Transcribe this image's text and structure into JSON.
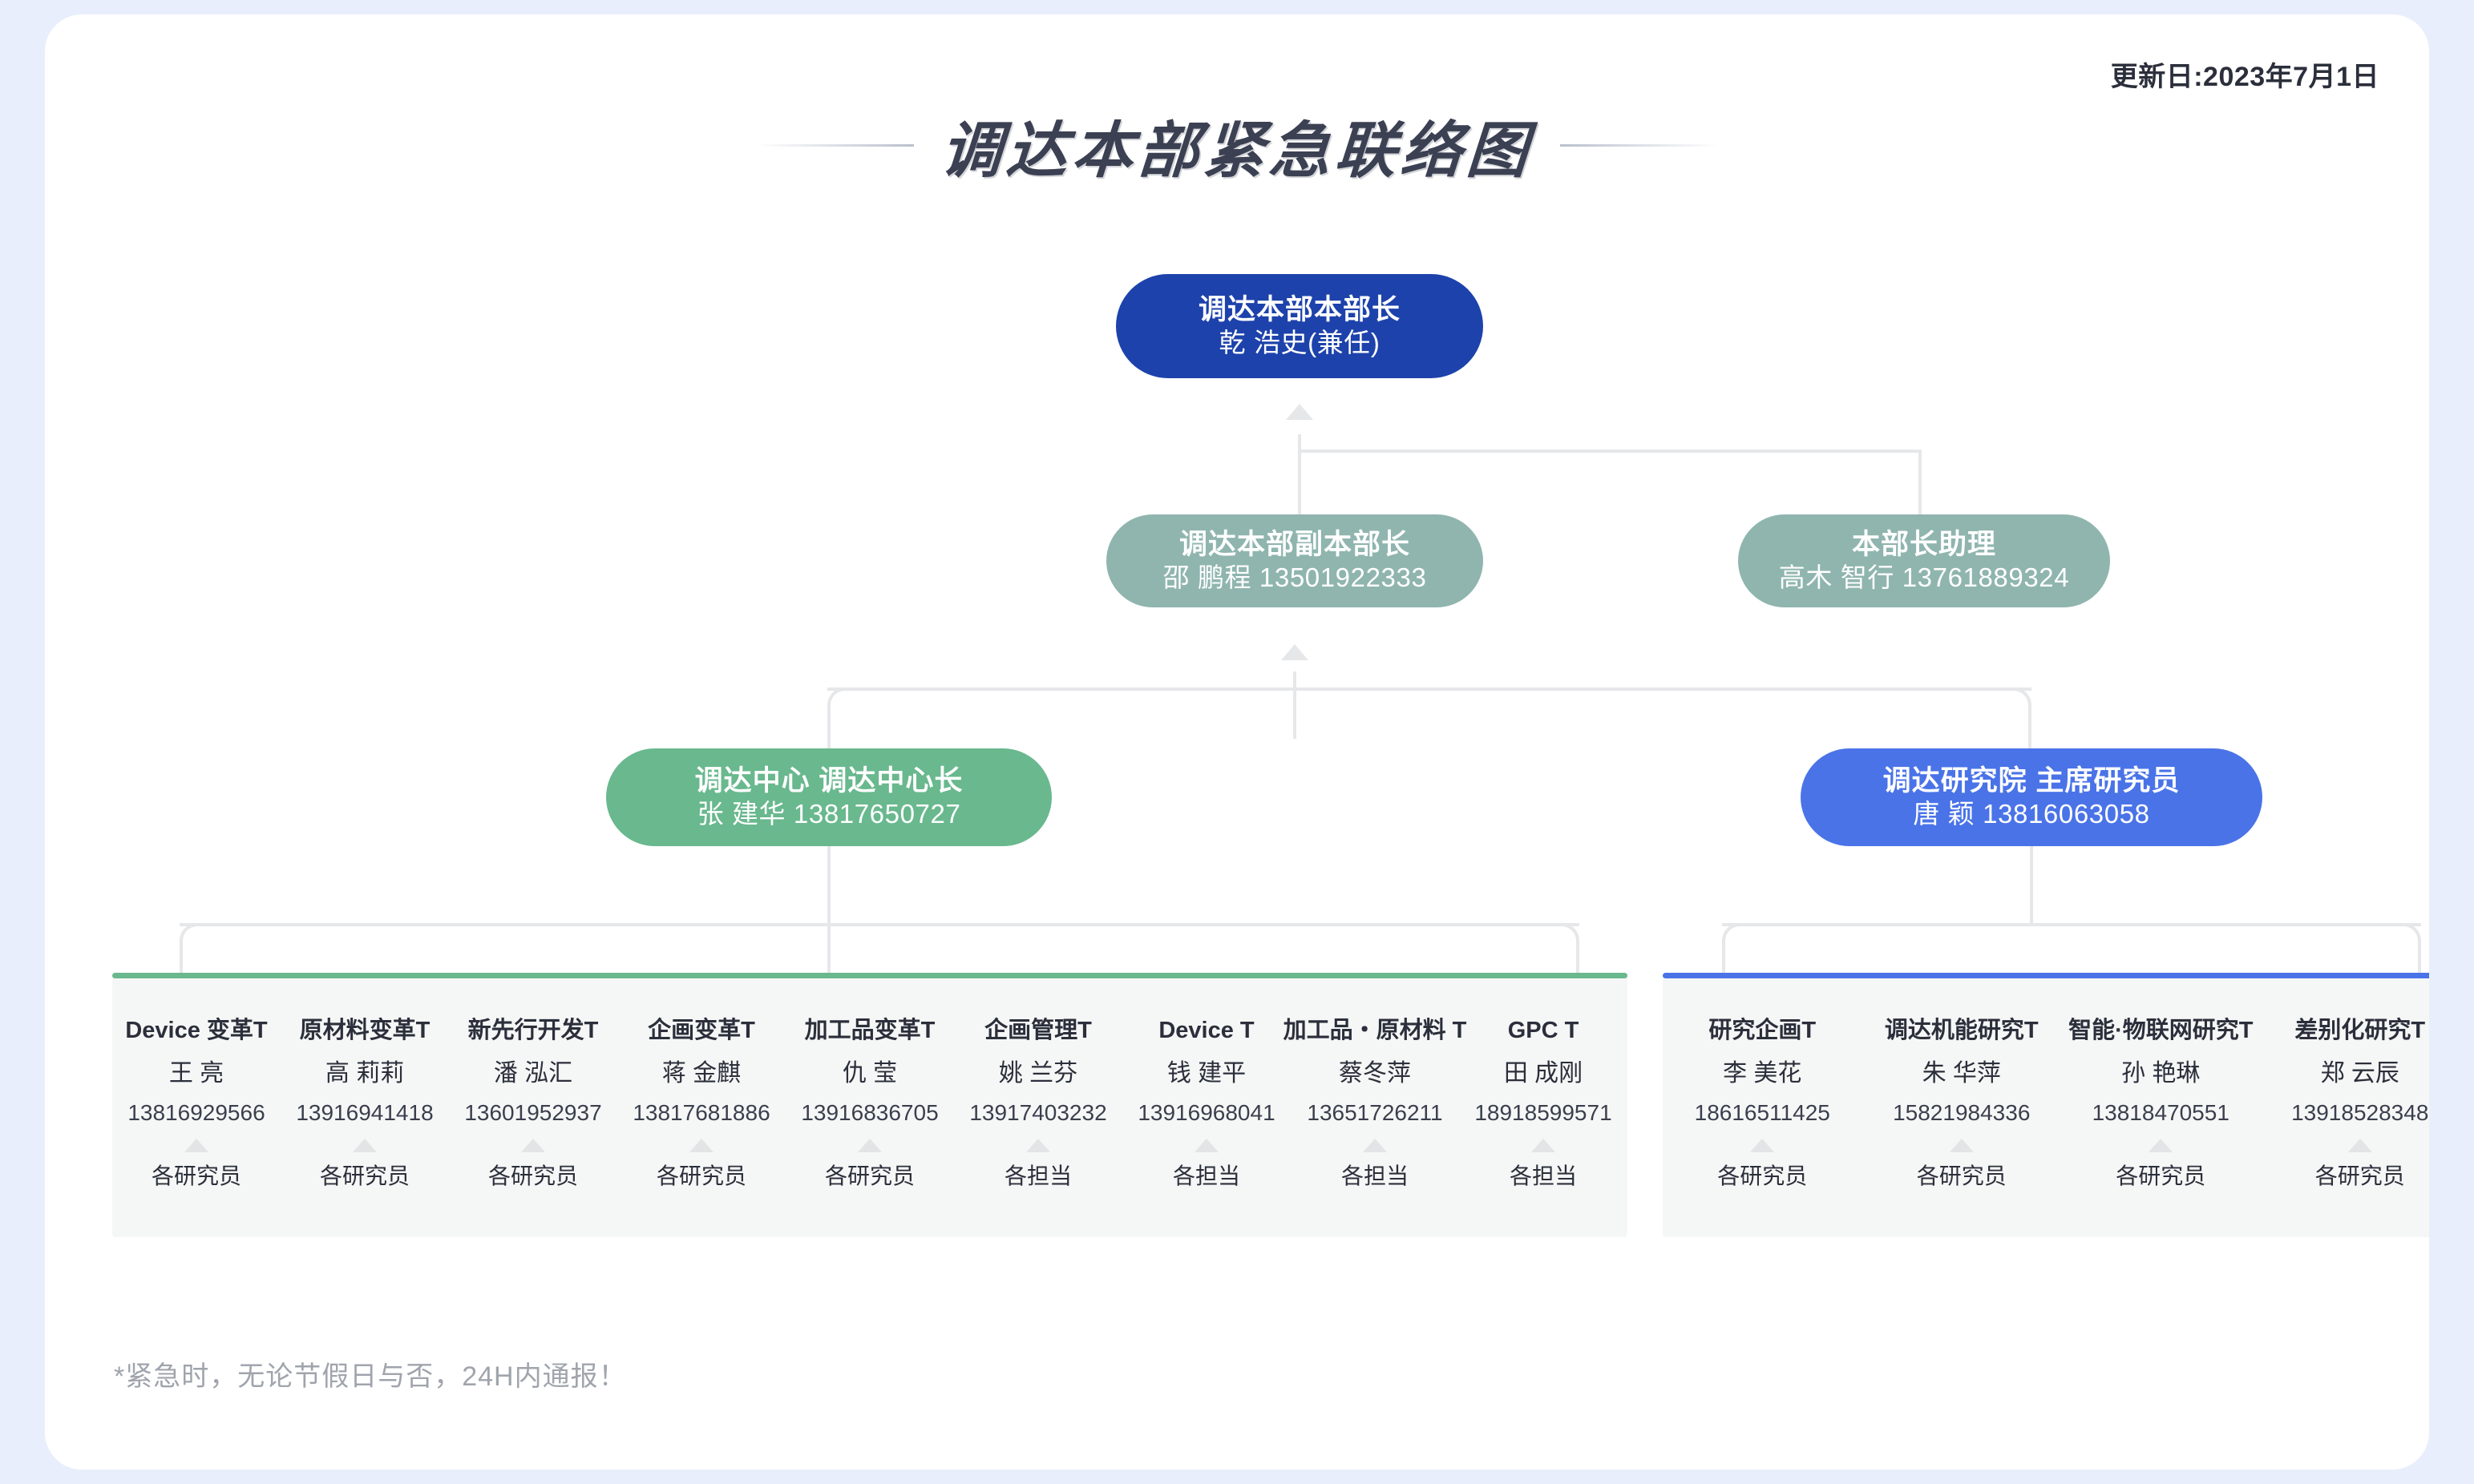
{
  "header": {
    "update_date": "更新日:2023年7月1日",
    "title": "调达本部紧急联络图"
  },
  "nodes": {
    "director": {
      "title": "调达本部本部长",
      "sub": "乾 浩史(兼任)",
      "color": "#1d42ab"
    },
    "deputy": {
      "title": "调达本部副本部长",
      "sub": "邵 鹏程 13501922333",
      "color": "#8fb5ae"
    },
    "assistant": {
      "title": "本部长助理",
      "sub": "高木 智行 13761889324",
      "color": "#8fb5ae"
    },
    "center": {
      "title": "调达中心 调达中心长",
      "sub": "张 建华 13817650727",
      "color": "#69b88e"
    },
    "institute": {
      "title": "调达研究院 主席研究员",
      "sub": "唐 颖 13816063058",
      "color": "#4a73e8"
    }
  },
  "panel_left": {
    "accent": "#69b88e",
    "columns": [
      {
        "team": "Device 变革T",
        "name": "王 亮",
        "phone": "13816929566",
        "role": "各研究员"
      },
      {
        "team": "原材料变革T",
        "name": "高 莉莉",
        "phone": "13916941418",
        "role": "各研究员"
      },
      {
        "team": "新先行开发T",
        "name": "潘 泓汇",
        "phone": "13601952937",
        "role": "各研究员"
      },
      {
        "team": "企画变革T",
        "name": "蒋 金麒",
        "phone": "13817681886",
        "role": "各研究员"
      },
      {
        "team": "加工品变革T",
        "name": "仇 莹",
        "phone": "13916836705",
        "role": "各研究员"
      },
      {
        "team": "企画管理T",
        "name": "姚 兰芬",
        "phone": "13917403232",
        "role": "各担当"
      },
      {
        "team": "Device T",
        "name": "钱 建平",
        "phone": "13916968041",
        "role": "各担当"
      },
      {
        "team": "加工品・原材料 T",
        "name": "蔡冬萍",
        "phone": "13651726211",
        "role": "各担当"
      },
      {
        "team": "GPC T",
        "name": "田 成刚",
        "phone": "18918599571",
        "role": "各担当"
      }
    ]
  },
  "panel_right": {
    "accent": "#4a73e8",
    "columns": [
      {
        "team": "研究企画T",
        "name": "李 美花",
        "phone": "18616511425",
        "role": "各研究员"
      },
      {
        "team": "调达机能研究T",
        "name": "朱 华萍",
        "phone": "15821984336",
        "role": "各研究员"
      },
      {
        "team": "智能·物联网研究T",
        "name": "孙 艳琳",
        "phone": "13818470551",
        "role": "各研究员"
      },
      {
        "team": "差别化研究T",
        "name": "郑 云辰",
        "phone": "13918528348",
        "role": "各研究员"
      }
    ]
  },
  "footer": {
    "note": "*紧急时，无论节假日与否，24H内通报！"
  }
}
